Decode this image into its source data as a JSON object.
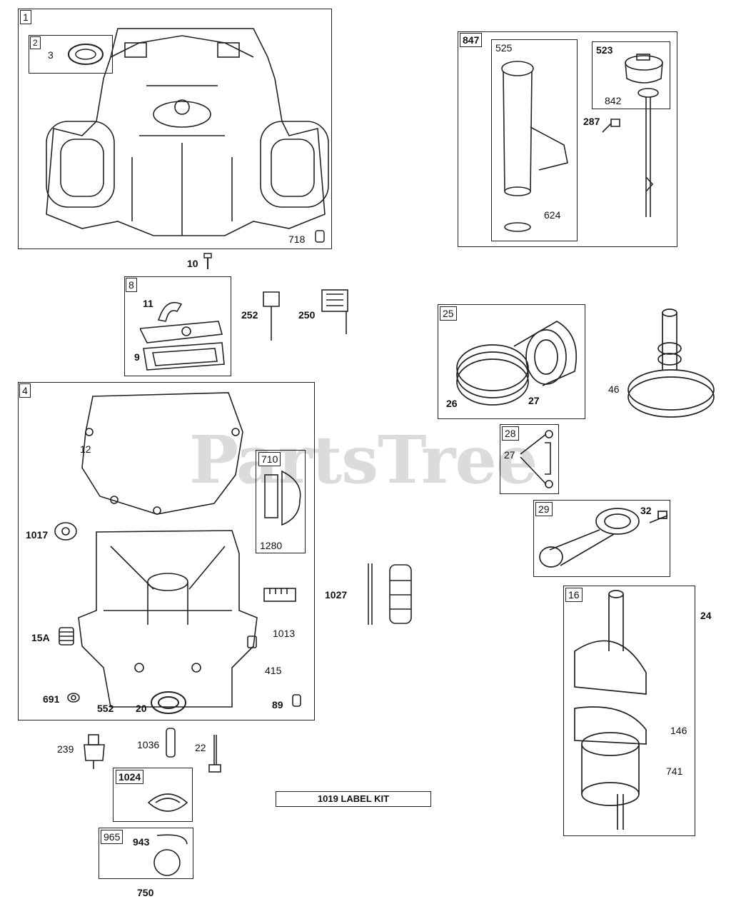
{
  "watermark": "PartsTree",
  "groups": {
    "g1": "1",
    "g2": "2",
    "g8": "8",
    "g4": "4",
    "g710": "710",
    "g847": "847",
    "g525": "525",
    "g523": "523",
    "g25": "25",
    "g28": "28",
    "g29": "29",
    "g16": "16",
    "g1024": "1024",
    "g965": "965"
  },
  "parts": {
    "p3": "3",
    "p718": "718",
    "p10": "10",
    "p11": "11",
    "p9": "9",
    "p252": "252",
    "p250": "250",
    "p12": "12",
    "p1280": "1280",
    "p1017": "1017",
    "p1013": "1013",
    "p15a": "15A",
    "p415": "415",
    "p691": "691",
    "p552": "552",
    "p20": "20",
    "p89": "89",
    "p1027": "1027",
    "p842": "842",
    "p287": "287",
    "p624": "624",
    "p26": "26",
    "p27a": "27",
    "p27b": "27",
    "p46": "46",
    "p32": "32",
    "p24": "24",
    "p146": "146",
    "p741": "741",
    "p239": "239",
    "p1036": "1036",
    "p22": "22",
    "p943": "943",
    "p750": "750"
  },
  "label_kit": "1019 LABEL KIT"
}
